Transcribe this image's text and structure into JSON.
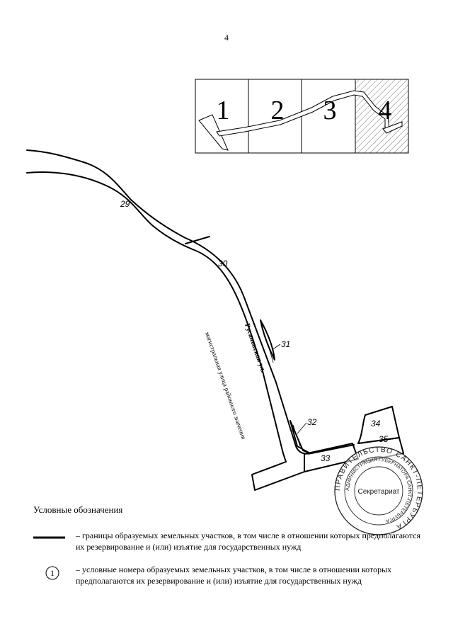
{
  "page_number": "4",
  "overview_map": {
    "sheets": [
      {
        "number": "1",
        "shaded": false
      },
      {
        "number": "2",
        "shaded": false
      },
      {
        "number": "3",
        "shaded": false
      },
      {
        "number": "4",
        "shaded": true
      }
    ]
  },
  "map": {
    "plot_labels": [
      "29",
      "30",
      "31",
      "32",
      "33",
      "34",
      "35"
    ],
    "street_name": "Русановская ул.",
    "road_caption": "магистральная улица районного значения"
  },
  "legend": {
    "title": "Условные обозначения",
    "items": [
      {
        "symbol": "thick-line",
        "text": "– границы образуемых земельных участков, в том числе в отношении которых предполагаются их резервирование и (или) изъятие для государственных нужд"
      },
      {
        "symbol": "circle-number",
        "symbol_text": "1",
        "text": "– условные номера образуемых земельных участков, в том числе в отношении которых предполагаются их резервирование и (или) изъятие для государственных нужд"
      }
    ]
  },
  "stamp": {
    "outer_text": "ПРАВИТЕЛЬСТВО САНКТ-ПЕТЕРБУРГА",
    "inner_text": "АДМИНИСТРАЦИЯ ГУБЕРНАТОРА САНКТ-ПЕТЕРБУРГА",
    "center_text": "Секретариат"
  }
}
